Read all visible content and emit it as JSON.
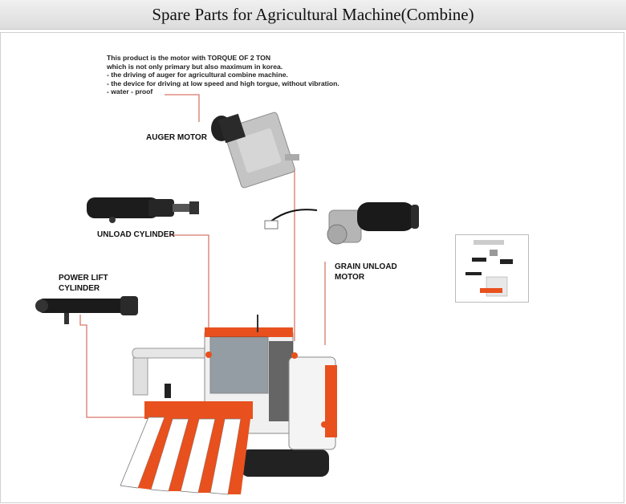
{
  "page": {
    "title": "Spare Parts for Agricultural Machine(Combine)"
  },
  "description": {
    "lines": [
      "This product is the motor with TORQUE OF 2 TON",
      "which is not only primary but also maximum in korea.",
      "- the driving of auger for agricultural combine machine.",
      "- the device for driving at low speed and high torgue, without vibration.",
      "- water - proof"
    ]
  },
  "labels": {
    "auger_motor": "AUGER MOTOR",
    "unload_cylinder": "UNLOAD CYLINDER",
    "power_lift_line1": "POWER LIFT",
    "power_lift_line2": "CYLINDER",
    "grain_unload_line1": "GRAIN UNLOAD",
    "grain_unload_line2": "MOTOR"
  },
  "colors": {
    "leader_line": "#d9786a",
    "combine_orange": "#e8501e",
    "combine_white": "#f4f4f4",
    "part_black": "#1a1a1a",
    "motor_silver": "#b8b8b8"
  }
}
